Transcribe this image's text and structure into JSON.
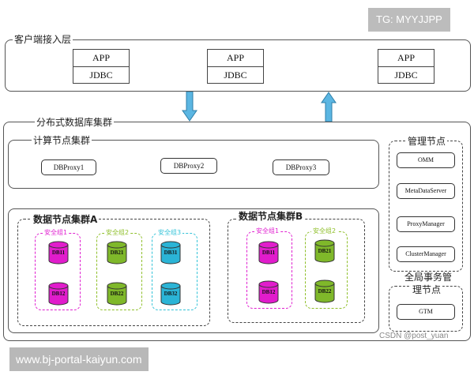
{
  "watermark_top": "TG: MYYJJPP",
  "watermark_bottom": "www.bj-portal-kaiyun.com",
  "watermark_csdn": "CSDN @post_yuan",
  "client_layer": {
    "title": "客户端接入层",
    "apps": [
      {
        "top": "APP",
        "bottom": "JDBC"
      },
      {
        "top": "APP",
        "bottom": "JDBC"
      },
      {
        "top": "APP",
        "bottom": "JDBC"
      }
    ]
  },
  "arrow_colors": {
    "fill": "#5bb6e2",
    "stroke": "#2f7fa8"
  },
  "distributed_db": {
    "title": "分布式数据库集群",
    "compute_cluster": {
      "title": "计算节点集群",
      "proxies": [
        "DBProxy1",
        "DBProxy2",
        "DBProxy3"
      ]
    },
    "data_cluster_a": {
      "title": "数据节点集群A",
      "groups": [
        {
          "title": "安全组1",
          "color": "#e01fd0",
          "fill": "#e11ccc",
          "dbs": [
            "DB11",
            "DB12"
          ]
        },
        {
          "title": "安全组2",
          "color": "#8fbf2a",
          "fill": "#7fb82a",
          "dbs": [
            "DB21",
            "DB22"
          ]
        },
        {
          "title": "安全组3",
          "color": "#33c3d8",
          "fill": "#2bb4d6",
          "dbs": [
            "DB31",
            "DB32"
          ]
        }
      ]
    },
    "data_cluster_b": {
      "title": "数据节点集群B",
      "groups": [
        {
          "title": "安全组1",
          "color": "#e01fd0",
          "fill": "#e11ccc",
          "dbs": [
            "DB11",
            "DB12"
          ]
        },
        {
          "title": "安全组2",
          "color": "#8fbf2a",
          "fill": "#7fb82a",
          "dbs": [
            "DB21",
            "DB22"
          ]
        }
      ]
    },
    "management": {
      "title": "管理节点",
      "nodes": [
        "OMM",
        "MetaDataServer",
        "ProxyManager",
        "ClusterManager"
      ]
    },
    "gtm": {
      "title_line1": "全局事务管",
      "title_line2": "理节点",
      "node": "GTM"
    }
  }
}
